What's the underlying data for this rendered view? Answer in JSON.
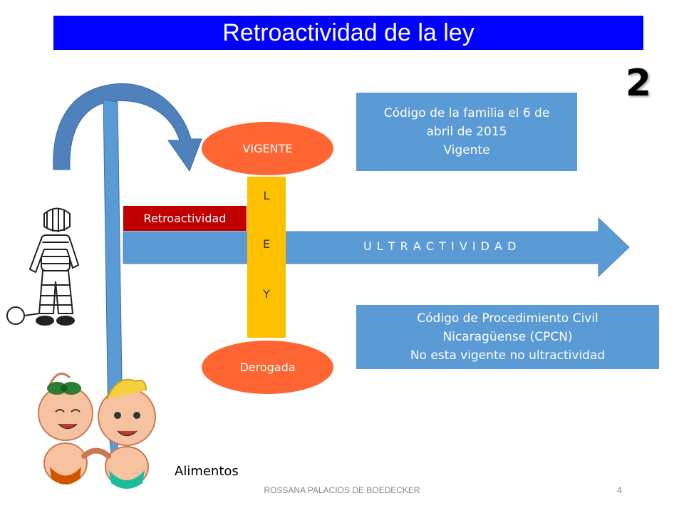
{
  "title": "Retroactividad de la ley",
  "slide_marker": "2",
  "box_top": {
    "line1": "Código de la familia el 6 de",
    "line2": "abril de 2015",
    "line3": "Vigente"
  },
  "box_bottom": {
    "line1": "Código de Procedimiento Civil",
    "line2": "Nicaragüense (CPCN)",
    "line3": "No esta vigente no ultractividad"
  },
  "oval_top": "VIGENTE",
  "oval_bottom": "Derogada",
  "retro_label": "Retroactividad",
  "ley_letters": [
    "L",
    "E",
    "Y"
  ],
  "arrow_label": "U L T R A C T I V I D A D",
  "caption": "Alimentos",
  "footer": {
    "author": "ROSSANA PALACIOS DE BOEDECKER",
    "page": "4"
  },
  "colors": {
    "title_bg": "#0000ff",
    "box": "#5b9bd5",
    "oval": "#ff6633",
    "retro": "#c00000",
    "ley": "#ffc000"
  },
  "icons": [
    "curved-arrow",
    "prisoner-illustration",
    "babies-illustration"
  ]
}
